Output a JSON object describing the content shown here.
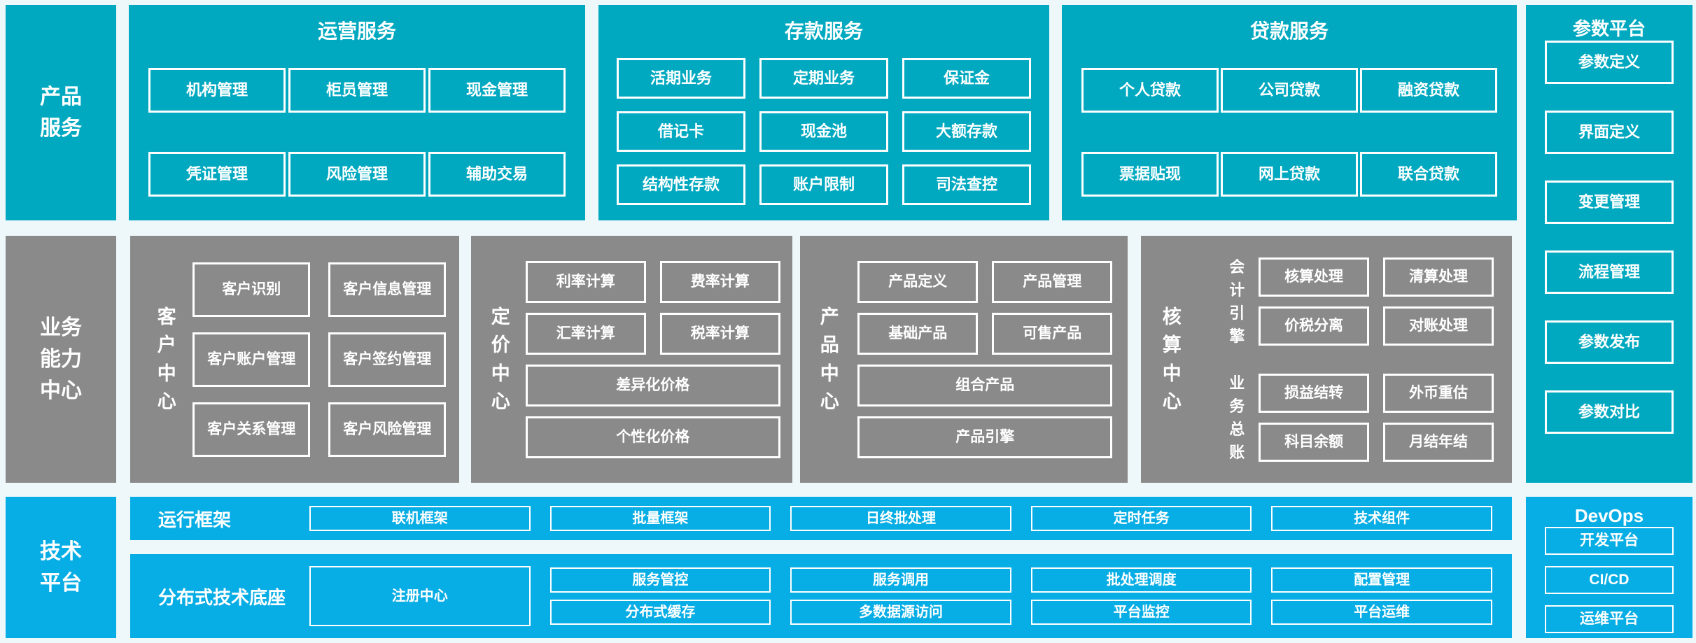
{
  "palette": {
    "teal": "#00a9c0",
    "gray": "#8a8a8a",
    "blue": "#07ade5",
    "background": "#eef8fa",
    "box_border": "#ffffff",
    "text": "#ffffff"
  },
  "tier_labels": {
    "product_services": [
      "产品",
      "服务"
    ],
    "business_capability": [
      "业务",
      "能力",
      "中心"
    ],
    "tech_platform": [
      "技术",
      "平台"
    ]
  },
  "top_row": {
    "operations": {
      "title": "运营服务",
      "items": [
        "机构管理",
        "柜员管理",
        "现金管理",
        "凭证管理",
        "风险管理",
        "辅助交易"
      ]
    },
    "deposit": {
      "title": "存款服务",
      "items": [
        "活期业务",
        "定期业务",
        "保证金",
        "借记卡",
        "现金池",
        "大额存款",
        "结构性存款",
        "账户限制",
        "司法查控"
      ]
    },
    "loan": {
      "title": "贷款服务",
      "items": [
        "个人贷款",
        "公司贷款",
        "融资贷款",
        "票据贴现",
        "网上贷款",
        "联合贷款"
      ]
    }
  },
  "param_platform": {
    "title": "参数平台",
    "items": [
      "参数定义",
      "界面定义",
      "变更管理",
      "流程管理",
      "参数发布",
      "参数对比"
    ]
  },
  "capability_row": {
    "customer_center": {
      "label": "客户中心",
      "items": [
        "客户识别",
        "客户信息管理",
        "客户账户管理",
        "客户签约管理",
        "客户关系管理",
        "客户风险管理"
      ]
    },
    "pricing_center": {
      "label": "定价中心",
      "items": [
        "利率计算",
        "费率计算",
        "汇率计算",
        "税率计算"
      ],
      "wide_items": [
        "差异化价格",
        "个性化价格"
      ]
    },
    "product_center": {
      "label": "产品中心",
      "items": [
        "产品定义",
        "产品管理",
        "基础产品",
        "可售产品"
      ],
      "wide_items": [
        "组合产品",
        "产品引擎"
      ]
    },
    "accounting_center": {
      "label": "核算中心",
      "groups": [
        {
          "label": "会计引擎",
          "items": [
            "核算处理",
            "清算处理",
            "价税分离",
            "对账处理"
          ]
        },
        {
          "label": "业务总账",
          "items": [
            "损益结转",
            "外币重估",
            "科目余额",
            "月结年结"
          ]
        }
      ]
    }
  },
  "tech_row": {
    "runtime_framework": {
      "label": "运行框架",
      "items": [
        "联机框架",
        "批量框架",
        "日终批处理",
        "定时任务",
        "技术组件"
      ]
    },
    "distributed_base": {
      "label": "分布式技术底座",
      "registry": "注册中心",
      "grid_items": [
        [
          "服务管控",
          "分布式缓存"
        ],
        [
          "服务调用",
          "多数据源访问"
        ],
        [
          "批处理调度",
          "平台监控"
        ],
        [
          "配置管理",
          "平台运维"
        ]
      ]
    },
    "devops": {
      "title": "DevOps",
      "items": [
        "开发平台",
        "CI/CD",
        "运维平台"
      ]
    }
  }
}
